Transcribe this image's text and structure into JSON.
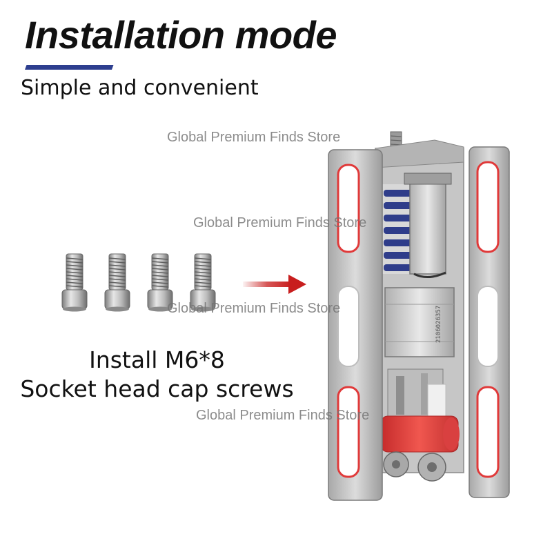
{
  "header": {
    "title": "Installation mode",
    "subtitle": "Simple and convenient",
    "accent_color": "#2d3e8f"
  },
  "install_instruction": {
    "line1": "Install M6*8",
    "line2": "Socket head cap screws",
    "screw_count": 4,
    "arrow_color": "#c81e1e"
  },
  "product": {
    "serial_label": "2106026357",
    "slot_highlight_color": "#e03a3a",
    "bumper_color": "#e53e3e",
    "spring_color": "#2f3d8a"
  },
  "watermarks": [
    "Global Premium Finds Store",
    "Global Premium Finds Store",
    "Global Premium Finds Store",
    "Global Premium Finds Store"
  ]
}
